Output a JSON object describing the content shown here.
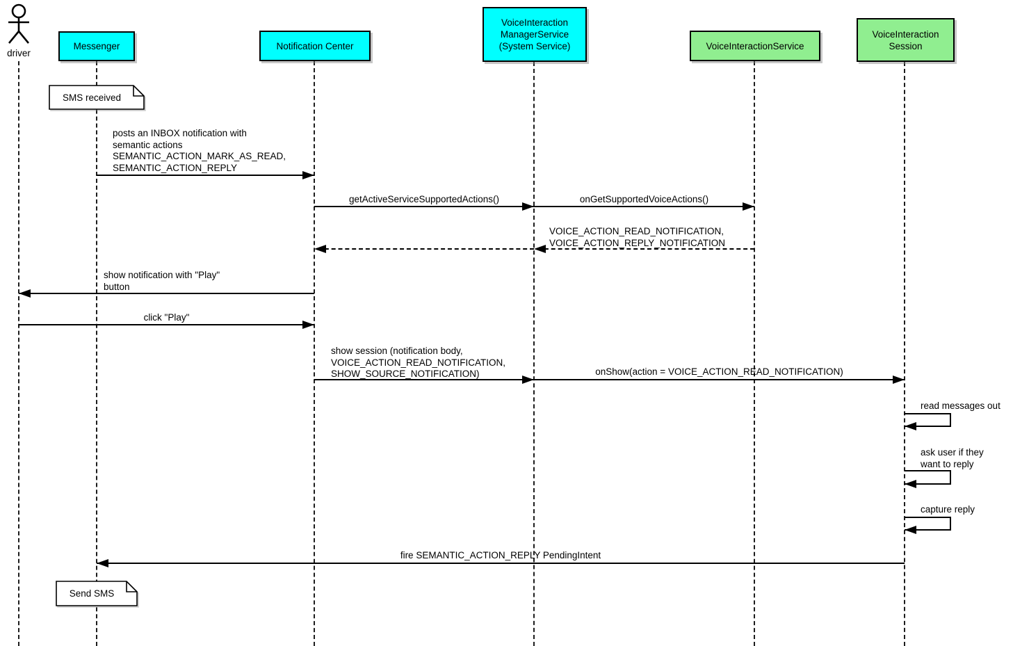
{
  "diagram_type": "uml-sequence-diagram",
  "colors": {
    "system_participant_fill": "#00ffff",
    "app_participant_fill": "#90ee90",
    "line": "#000000",
    "note_fill": "#ffffff",
    "background": "#ffffff"
  },
  "actor": {
    "label": "driver"
  },
  "participants": [
    {
      "id": "messenger",
      "color": "#00ffff",
      "lines": [
        "Messenger"
      ]
    },
    {
      "id": "notification-center",
      "color": "#00ffff",
      "lines": [
        "Notification Center"
      ]
    },
    {
      "id": "voiceinteraction-managerservice",
      "color": "#00ffff",
      "lines": [
        "VoiceInteraction",
        "ManagerService",
        "(System Service)"
      ]
    },
    {
      "id": "voiceinteractionservice",
      "color": "#90ee90",
      "lines": [
        "VoiceInteractionService"
      ]
    },
    {
      "id": "voiceinteraction-session",
      "color": "#90ee90",
      "lines": [
        "VoiceInteraction",
        "Session"
      ]
    }
  ],
  "notes": [
    {
      "text": "SMS received",
      "attached_to": "Messenger"
    },
    {
      "text": "Send SMS",
      "attached_to": "Messenger"
    }
  ],
  "messages": [
    {
      "from": "Messenger",
      "to": "Notification Center",
      "style": "solid",
      "lines": [
        "posts an INBOX notification with",
        "semantic actions",
        "SEMANTIC_ACTION_MARK_AS_READ,",
        "SEMANTIC_ACTION_REPLY"
      ]
    },
    {
      "from": "Notification Center",
      "to": "VoiceInteraction ManagerService",
      "style": "solid",
      "lines": [
        "getActiveServiceSupportedActions()"
      ]
    },
    {
      "from": "VoiceInteraction ManagerService",
      "to": "VoiceInteractionService",
      "style": "solid",
      "lines": [
        "onGetSupportedVoiceActions()"
      ]
    },
    {
      "from": "VoiceInteractionService",
      "to": "Notification Center",
      "style": "dashed-return",
      "lines": [
        "VOICE_ACTION_READ_NOTIFICATION,",
        "VOICE_ACTION_REPLY_NOTIFICATION"
      ]
    },
    {
      "from": "Notification Center",
      "to": "driver",
      "style": "solid",
      "lines": [
        "show notification with \"Play\"",
        "button"
      ]
    },
    {
      "from": "driver",
      "to": "Notification Center",
      "style": "solid",
      "lines": [
        "click \"Play\""
      ]
    },
    {
      "from": "Notification Center",
      "to": "VoiceInteraction ManagerService",
      "style": "solid",
      "lines": [
        "show session (notification body,",
        "VOICE_ACTION_READ_NOTIFICATION,",
        "SHOW_SOURCE_NOTIFICATION)"
      ]
    },
    {
      "from": "VoiceInteraction ManagerService",
      "to": "VoiceInteraction Session",
      "style": "solid",
      "lines": [
        "onShow(action = VOICE_ACTION_READ_NOTIFICATION)"
      ]
    },
    {
      "from": "VoiceInteraction Session",
      "to": "VoiceInteraction Session",
      "style": "self",
      "lines": [
        "read messages out"
      ]
    },
    {
      "from": "VoiceInteraction Session",
      "to": "VoiceInteraction Session",
      "style": "self",
      "lines": [
        "ask user if they",
        "want to reply"
      ]
    },
    {
      "from": "VoiceInteraction Session",
      "to": "VoiceInteraction Session",
      "style": "self",
      "lines": [
        "capture reply"
      ]
    },
    {
      "from": "VoiceInteraction Session",
      "to": "Messenger",
      "style": "solid",
      "lines": [
        "fire SEMANTIC_ACTION_REPLY PendingIntent"
      ]
    }
  ]
}
